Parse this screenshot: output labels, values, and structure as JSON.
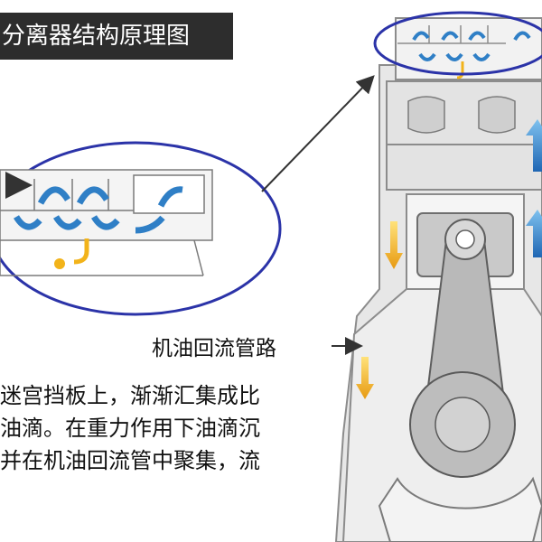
{
  "title": "分离器结构原理图",
  "oil_return_label": "机油回流管路",
  "description_lines": [
    "迷宫挡板上，渐渐汇集成比",
    "油滴。在重力作用下油滴沉",
    "并在机油回流管中聚集，流"
  ],
  "colors": {
    "callout_outline": "#2b33a8",
    "gas_arrow": "#2f7fc6",
    "oil_droplet": "#f2b31a",
    "engine_fill": "#e6e6e6",
    "engine_stroke": "#8c8c8c"
  }
}
